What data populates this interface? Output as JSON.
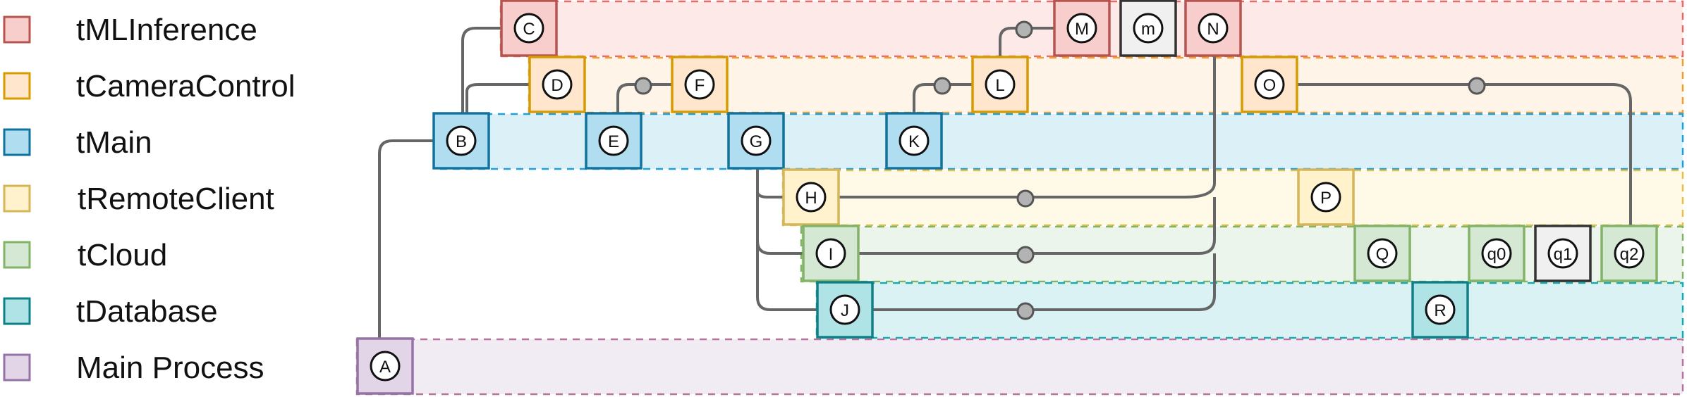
{
  "legend": [
    {
      "label": "tMLInference",
      "fill": "#f8cecc",
      "stroke": "#b85450"
    },
    {
      "label": "tCameraControl",
      "fill": "#ffe6cc",
      "stroke": "#d79b00"
    },
    {
      "label": "tMain",
      "fill": "#b1ddf0",
      "stroke": "#10739e"
    },
    {
      "label": "tRemoteClient",
      "fill": "#fff2cc",
      "stroke": "#d6b656"
    },
    {
      "label": "tCloud",
      "fill": "#d5e8d4",
      "stroke": "#82b366"
    },
    {
      "label": "tDatabase",
      "fill": "#b0e3e6",
      "stroke": "#0e8088"
    },
    {
      "label": "Main Process",
      "fill": "#e1d5e7",
      "stroke": "#9673a6"
    }
  ],
  "lane_colors": {
    "tMLInference": {
      "fill": "#f8cecc",
      "border": "#ea6b66"
    },
    "tCameraControl": {
      "fill": "#ffe6cc",
      "border": "#f0a030"
    },
    "tMain": {
      "fill": "#b1ddf0",
      "border": "#1ba1e2"
    },
    "tRemoteClient": {
      "fill": "#fff2cc",
      "border": "#e6c04a"
    },
    "tCloud": {
      "fill": "#d5e8d4",
      "border": "#82b366"
    },
    "tDatabase": {
      "fill": "#b0e3e6",
      "border": "#12aab5"
    },
    "Main Process": {
      "fill": "#e1d5e7",
      "border": "#b5739d"
    }
  },
  "neutral_node": {
    "fill": "#f0f0f0",
    "stroke": "#333333"
  },
  "nodes": [
    {
      "id": "A",
      "label": "A",
      "lane": "Main Process"
    },
    {
      "id": "B",
      "label": "B",
      "lane": "tMain"
    },
    {
      "id": "C",
      "label": "C",
      "lane": "tMLInference"
    },
    {
      "id": "D",
      "label": "D",
      "lane": "tCameraControl"
    },
    {
      "id": "E",
      "label": "E",
      "lane": "tMain"
    },
    {
      "id": "F",
      "label": "F",
      "lane": "tCameraControl"
    },
    {
      "id": "G",
      "label": "G",
      "lane": "tMain"
    },
    {
      "id": "H",
      "label": "H",
      "lane": "tRemoteClient"
    },
    {
      "id": "I",
      "label": "I",
      "lane": "tCloud"
    },
    {
      "id": "J",
      "label": "J",
      "lane": "tDatabase"
    },
    {
      "id": "K",
      "label": "K",
      "lane": "tMain"
    },
    {
      "id": "L",
      "label": "L",
      "lane": "tCameraControl"
    },
    {
      "id": "M",
      "label": "M",
      "lane": "tMLInference"
    },
    {
      "id": "m",
      "label": "m",
      "lane": "neutral"
    },
    {
      "id": "N",
      "label": "N",
      "lane": "tMLInference"
    },
    {
      "id": "O",
      "label": "O",
      "lane": "tCameraControl"
    },
    {
      "id": "P",
      "label": "P",
      "lane": "tRemoteClient"
    },
    {
      "id": "Q",
      "label": "Q",
      "lane": "tCloud"
    },
    {
      "id": "R",
      "label": "R",
      "lane": "tDatabase"
    },
    {
      "id": "q0",
      "label": "q0",
      "lane": "tCloud"
    },
    {
      "id": "q1",
      "label": "q1",
      "lane": "neutral"
    },
    {
      "id": "q2",
      "label": "q2",
      "lane": "tCloud"
    }
  ]
}
